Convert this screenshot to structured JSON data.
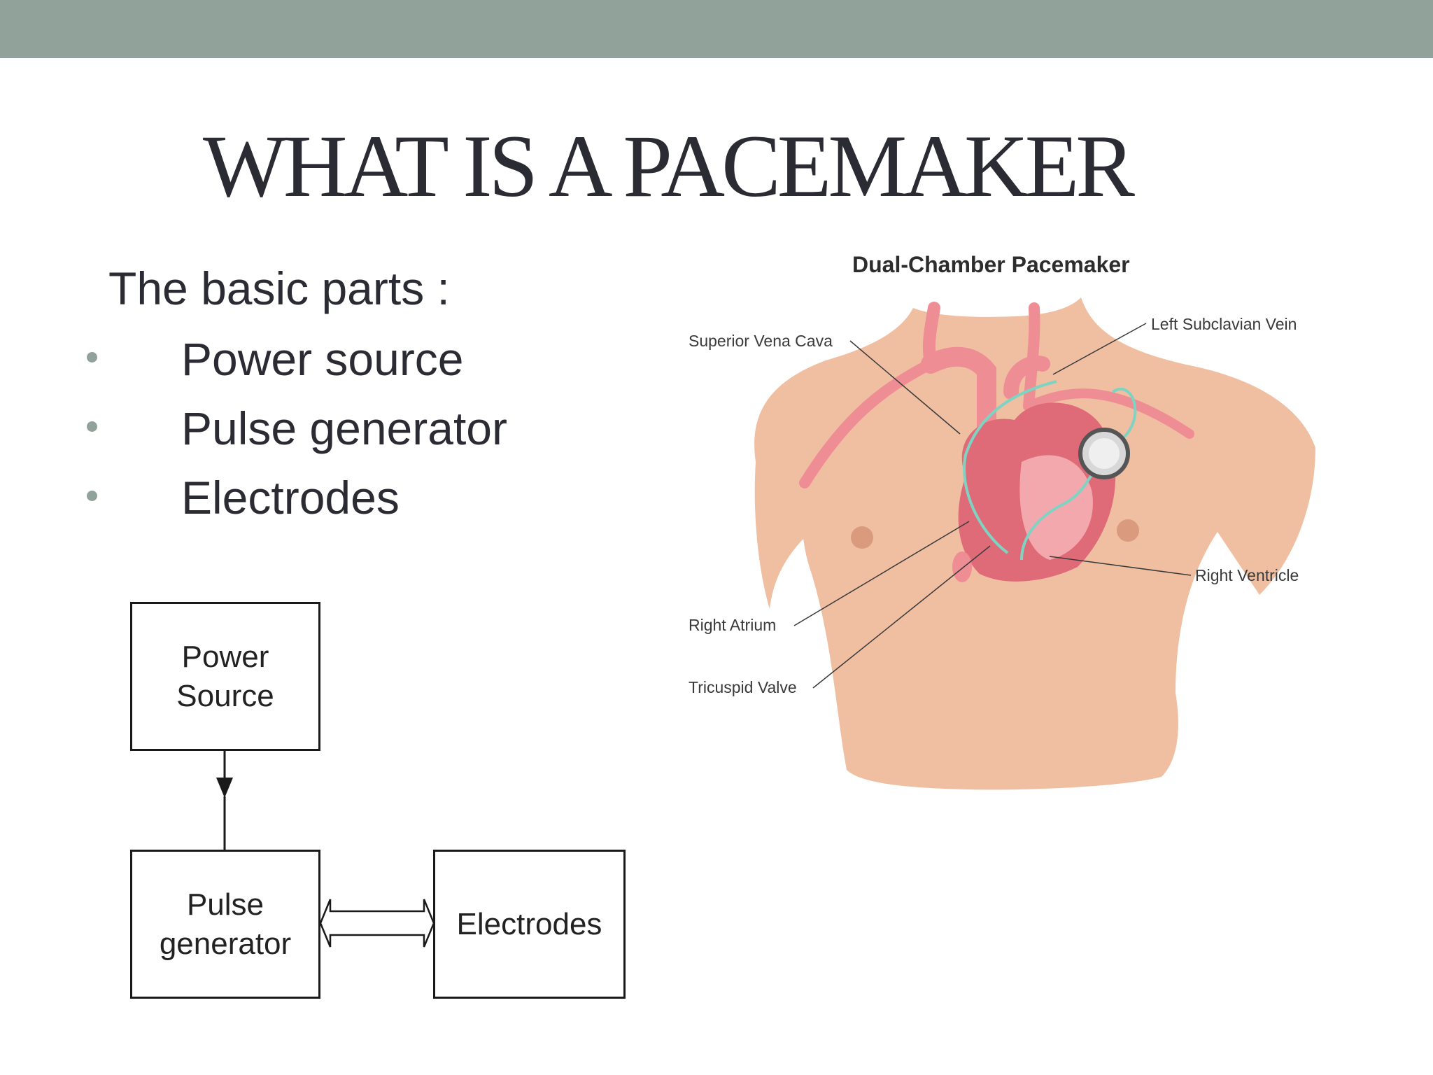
{
  "colors": {
    "top_bar": "#91a29a",
    "bullet": "#91a29a",
    "skin": "#f0bfa2",
    "vessel": "#ef8d95",
    "heart": "#e06b78",
    "lead": "#7ed3c2"
  },
  "slide": {
    "title": "WHAT IS A PACEMAKER",
    "intro": "The basic parts :",
    "bullets": [
      {
        "text": "Power source"
      },
      {
        "text": "Pulse generator"
      },
      {
        "text": "Electrodes"
      }
    ]
  },
  "block_diagram": {
    "power_source": "Power\nSource",
    "pulse_generator": "Pulse\ngenerator",
    "electrodes": "Electrodes"
  },
  "illustration": {
    "title": "Dual-Chamber Pacemaker",
    "callouts": {
      "superior_vena_cava": "Superior Vena Cava",
      "left_subclavian_vein": "Left Subclavian Vein",
      "right_ventricle": "Right Ventricle",
      "right_atrium": "Right Atrium",
      "tricuspid_valve": "Tricuspid Valve"
    }
  }
}
